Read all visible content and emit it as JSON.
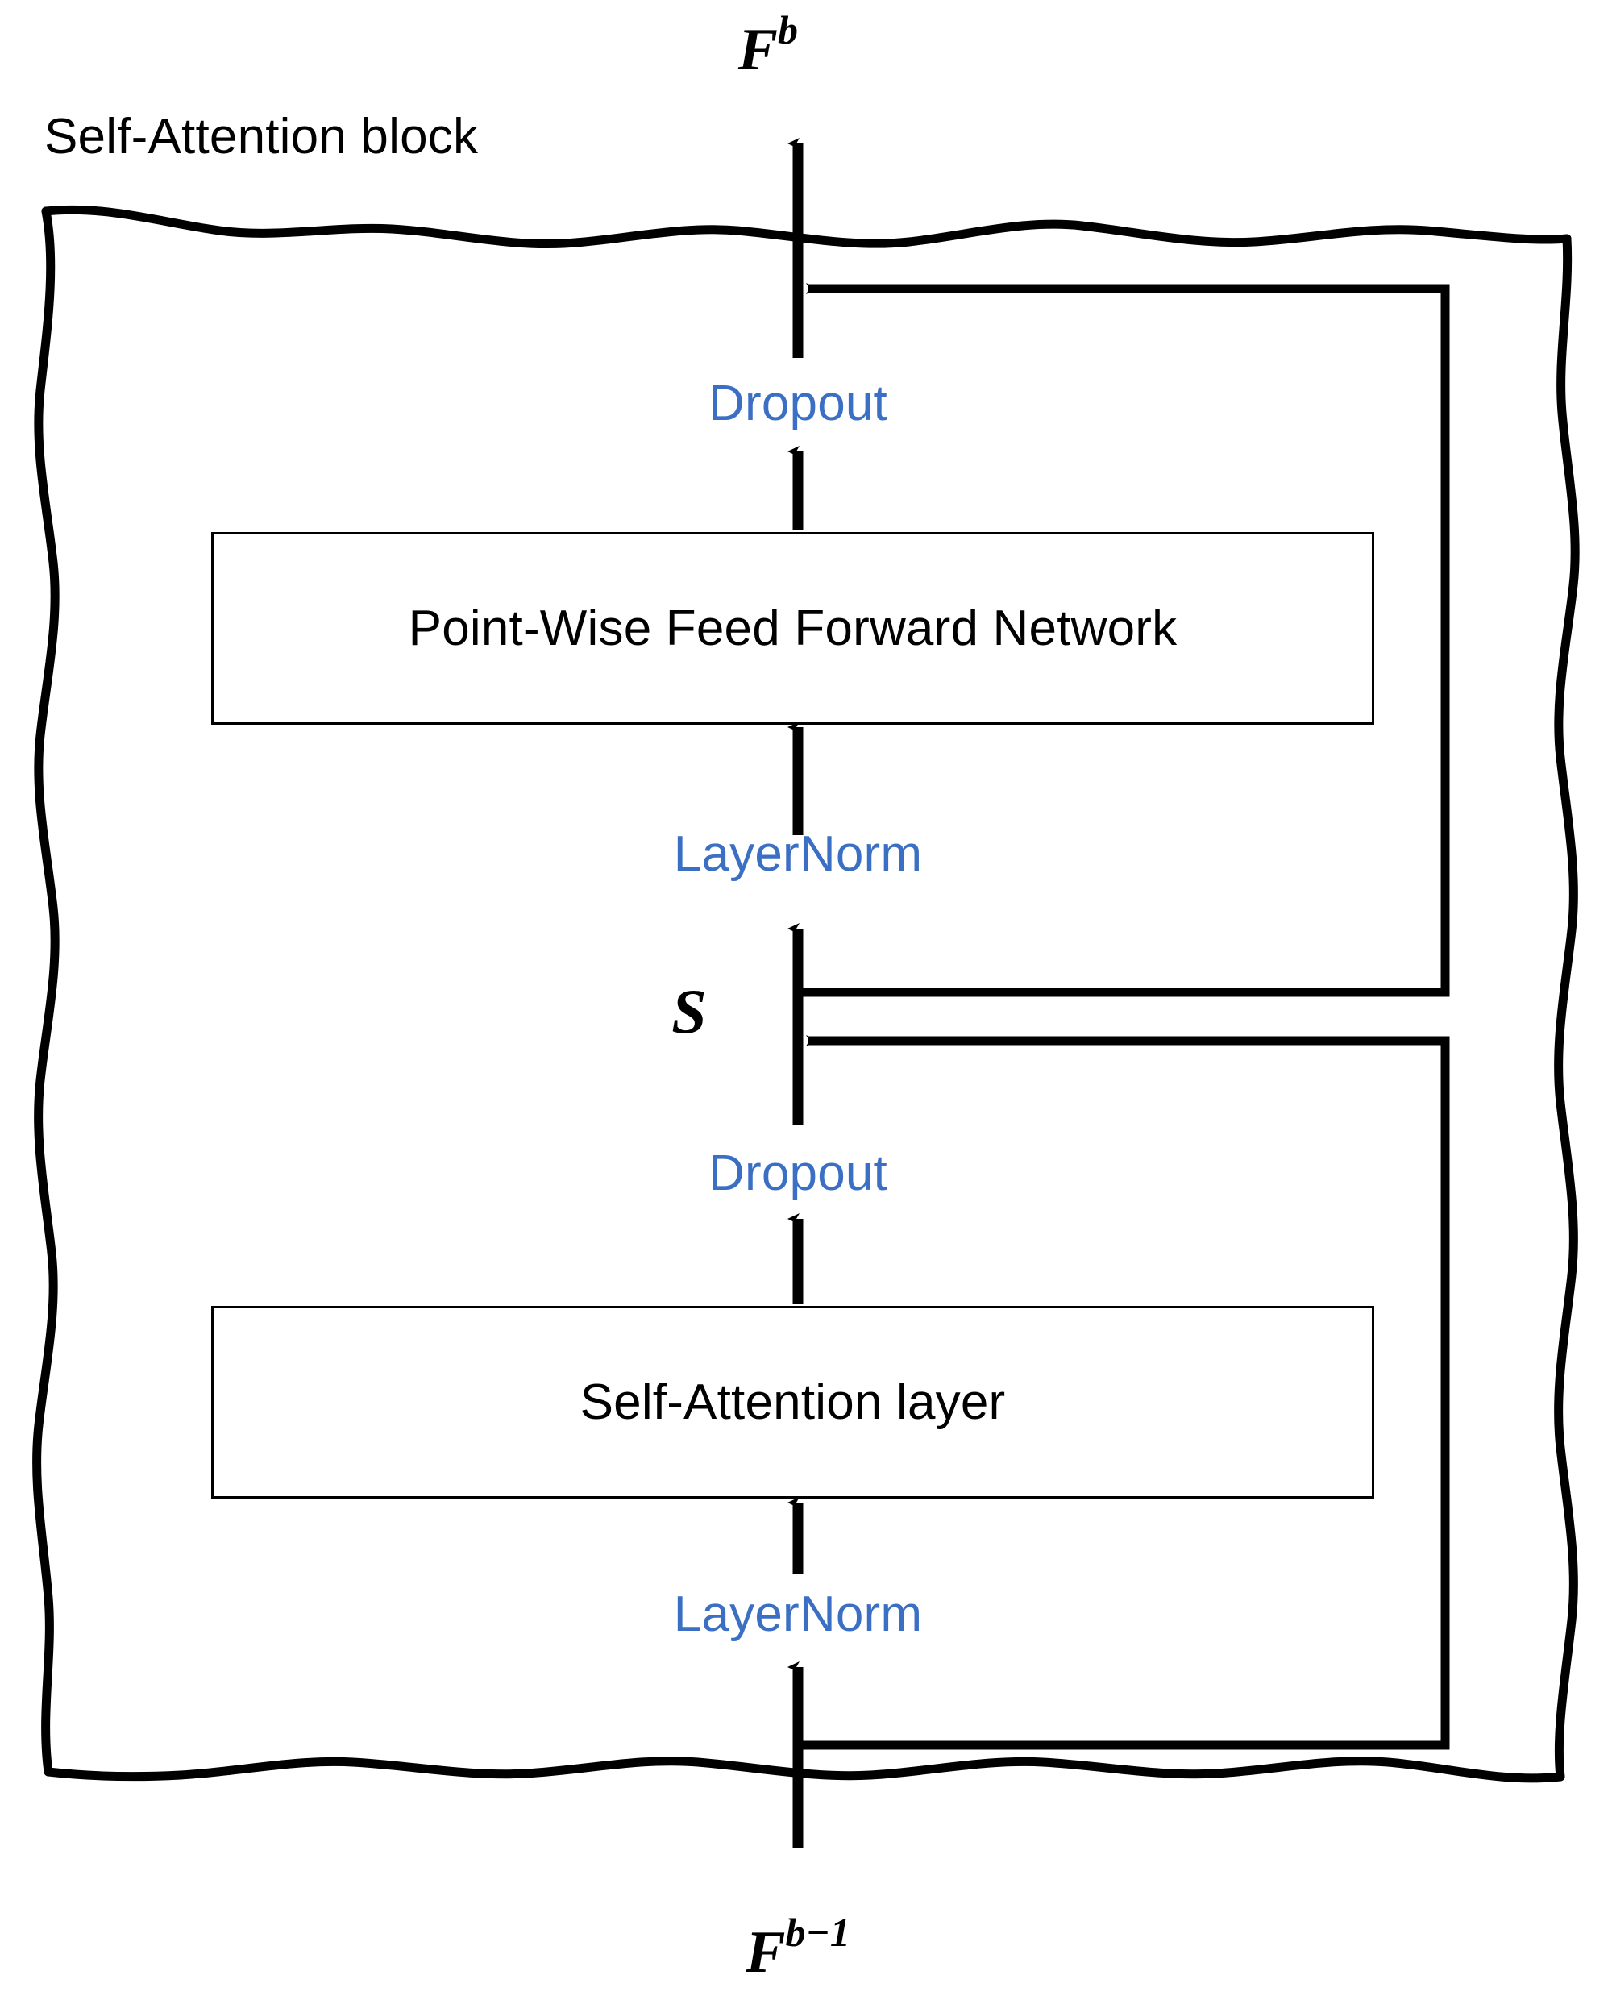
{
  "diagram": {
    "title": "Self-Attention block",
    "outer_boundary": {
      "style": "hand-drawn wavy rectangle",
      "name": "self-attention-block-boundary"
    },
    "io": {
      "output_label_base": "F",
      "output_label_sup": "b",
      "input_label_base": "F",
      "input_label_sup": "b−1",
      "intermediate_label": "S"
    },
    "nodes": [
      {
        "id": "dropout-top",
        "label": "Dropout",
        "kind": "op",
        "color": "#3B6FC4"
      },
      {
        "id": "ffn",
        "label": "Point-Wise Feed Forward Network",
        "kind": "box",
        "color": "#000000"
      },
      {
        "id": "layernorm-top",
        "label": "LayerNorm",
        "kind": "op",
        "color": "#3B6FC4"
      },
      {
        "id": "dropout-bottom",
        "label": "Dropout",
        "kind": "op",
        "color": "#3B6FC4"
      },
      {
        "id": "attn",
        "label": "Self-Attention layer",
        "kind": "box",
        "color": "#000000"
      },
      {
        "id": "layernorm-bottom",
        "label": "LayerNorm",
        "kind": "op",
        "color": "#3B6FC4"
      }
    ],
    "flow_order": [
      "F^{b-1}",
      "LayerNorm",
      "Self-Attention layer",
      "Dropout",
      "S",
      "LayerNorm",
      "Point-Wise Feed Forward Network",
      "Dropout",
      "F^{b}"
    ],
    "skip_connections": [
      {
        "id": "residual-outer",
        "from": "S",
        "to": "F^{b}",
        "name": "residual-connection-ffn"
      },
      {
        "id": "residual-inner",
        "from": "F^{b-1}",
        "to": "S",
        "name": "residual-connection-attention"
      }
    ],
    "colors": {
      "op_text": "#3B6FC4",
      "line": "#000000",
      "background": "#FFFFFF"
    }
  }
}
